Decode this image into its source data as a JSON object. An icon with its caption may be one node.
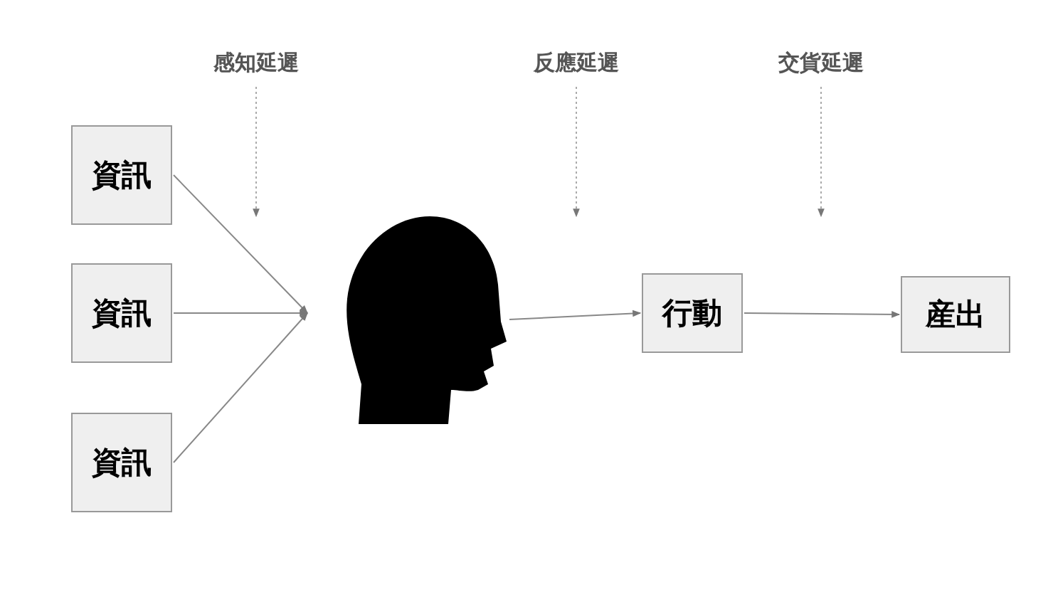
{
  "diagram": {
    "nodes": [
      {
        "text": [
          "感知延遲"
        ]
      },
      {
        "text": [
          "反應延遲"
        ]
      },
      {
        "text": [
          "交貨延遲"
        ]
      },
      {
        "text": [
          "資訊"
        ]
      },
      {
        "text": [
          "資訊"
        ]
      },
      {
        "text": [
          "資訊"
        ]
      },
      {
        "text": [],
        "shape": "person"
      },
      {
        "text": [
          "行動"
        ]
      },
      {
        "text": [
          "産出"
        ]
      }
    ],
    "edges": [
      {
        "from": 0,
        "to": null,
        "arrow": "to",
        "style": "dashed"
      },
      {
        "from": 1,
        "to": null,
        "arrow": "to",
        "style": "dashed"
      },
      {
        "from": 2,
        "to": null,
        "arrow": "to",
        "style": "dashed"
      },
      {
        "from": 3,
        "to": 6,
        "arrow": "to"
      },
      {
        "from": 4,
        "to": 6,
        "arrow": "to"
      },
      {
        "from": 5,
        "to": 6,
        "arrow": "to"
      },
      {
        "from": 6,
        "to": 7,
        "arrow": "to"
      },
      {
        "from": 7,
        "to": 8,
        "arrow": "to"
      }
    ]
  }
}
